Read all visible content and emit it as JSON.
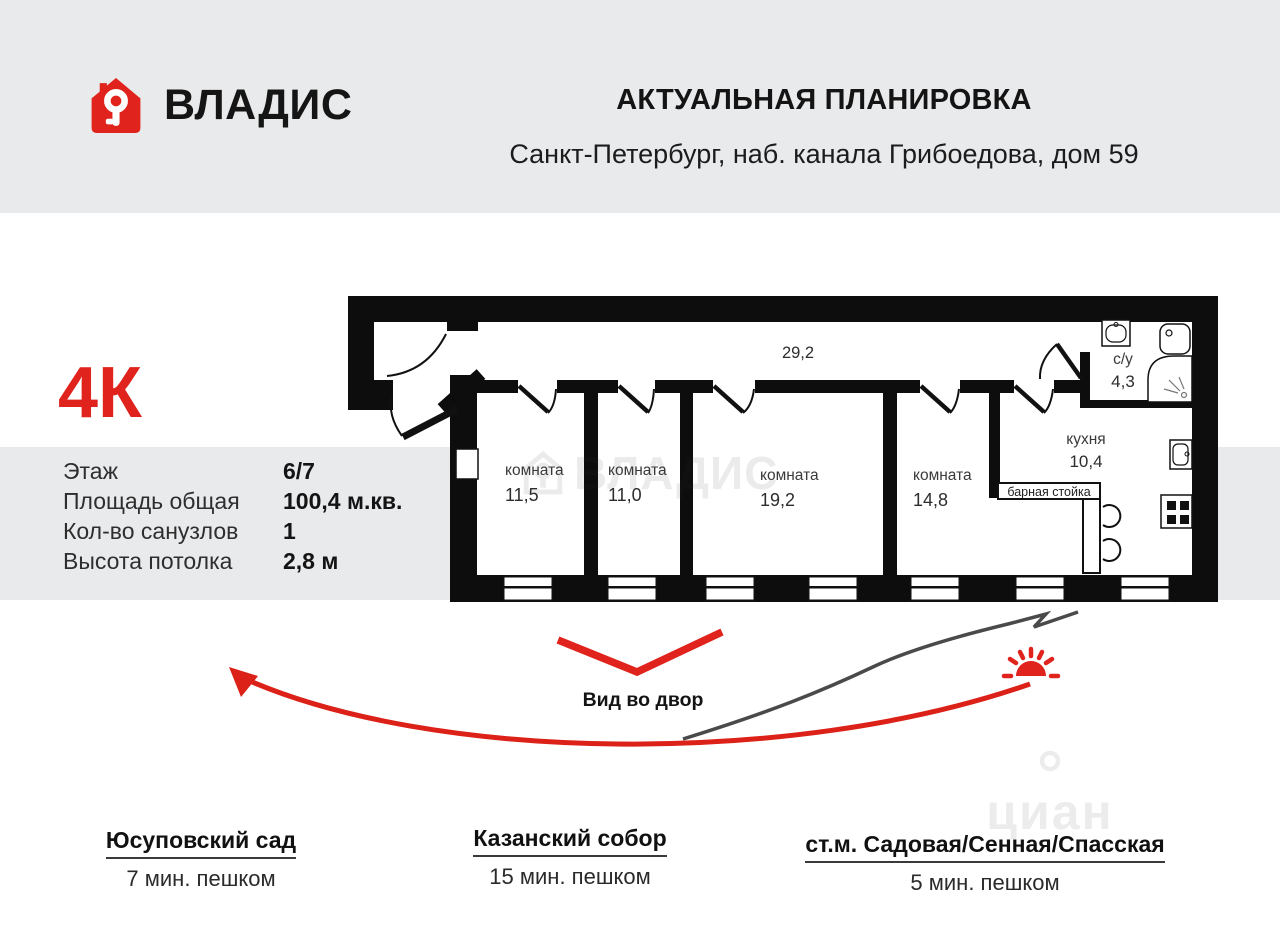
{
  "header": {
    "logo_text": "ВЛАДИС",
    "title": "АКТУАЛЬНАЯ ПЛАНИРОВКА",
    "subtitle": "Санкт-Петербург, наб. канала Грибоедова, дом 59"
  },
  "summary": {
    "type_label": "4К",
    "specs": [
      {
        "label": "Этаж",
        "value": "6/7"
      },
      {
        "label": "Площадь общая",
        "value": "100,4 м.кв."
      },
      {
        "label": "Кол-во санузлов",
        "value": "1"
      },
      {
        "label": "Высота потолка",
        "value": "2,8 м"
      }
    ]
  },
  "floorplan": {
    "hallway_area": "29,2",
    "rooms": [
      {
        "name": "комната",
        "area": "11,5"
      },
      {
        "name": "комната",
        "area": "11,0"
      },
      {
        "name": "комната",
        "area": "19,2"
      },
      {
        "name": "комната",
        "area": "14,8"
      }
    ],
    "kitchen": {
      "name": "кухня",
      "area": "10,4"
    },
    "bathroom": {
      "name": "с/у",
      "area": "4,3"
    },
    "bar_counter_label": "барная стойка",
    "view_label": "Вид во двор"
  },
  "locations": [
    {
      "name": "Юсуповский сад",
      "time": "7 мин. пешком"
    },
    {
      "name": "Казанский собор",
      "time": "15 мин. пешком"
    },
    {
      "name": "ст.м. Садовая/Сенная/Спасская",
      "time": "5 мин. пешком"
    }
  ],
  "watermarks": {
    "center": "ВЛАДИС",
    "bottom": "циан"
  },
  "colors": {
    "accent_red": "#e0231c",
    "wall_black": "#0d0d0d",
    "band_gray": "#e9eaec"
  }
}
